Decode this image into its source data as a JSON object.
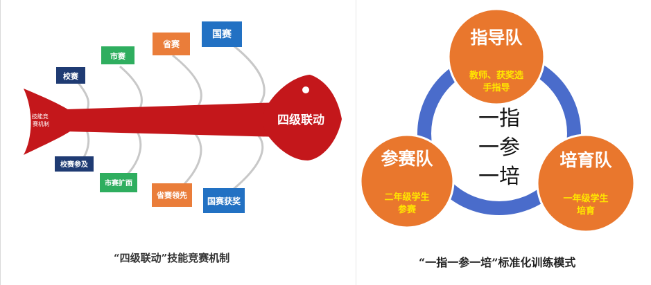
{
  "fishbone": {
    "head_label": "四级联动",
    "tail_label": "技能竞赛机制",
    "top_boxes": [
      "校赛",
      "市赛",
      "省赛",
      "国赛"
    ],
    "bottom_boxes": [
      "校赛参及",
      "市赛扩面",
      "省赛领先",
      "国赛获奖"
    ],
    "caption": "“四级联动”技能竞赛机制",
    "colors": {
      "body": "#c4171b",
      "dark_box": "#1f3b73",
      "green_box": "#2fae5f",
      "orange_box": "#ea7d3a",
      "blue_box": "#2271c3"
    }
  },
  "cycle": {
    "center_lines": [
      "一指",
      "一参",
      "一培"
    ],
    "nodes": [
      {
        "title": "指导队",
        "subtitle_lines": [
          "教师、获奖选",
          "手指导"
        ]
      },
      {
        "title": "参赛队",
        "subtitle_lines": [
          "二年级学生",
          "参赛"
        ]
      },
      {
        "title": "培育队",
        "subtitle_lines": [
          "一年级学生",
          "培育"
        ]
      }
    ],
    "caption": "“一指一参一培”标准化训练模式",
    "colors": {
      "ring": "#4a6ccb",
      "node": "#e9772d",
      "node_title": "#ffffff",
      "node_subtitle": "#ffe600"
    }
  }
}
